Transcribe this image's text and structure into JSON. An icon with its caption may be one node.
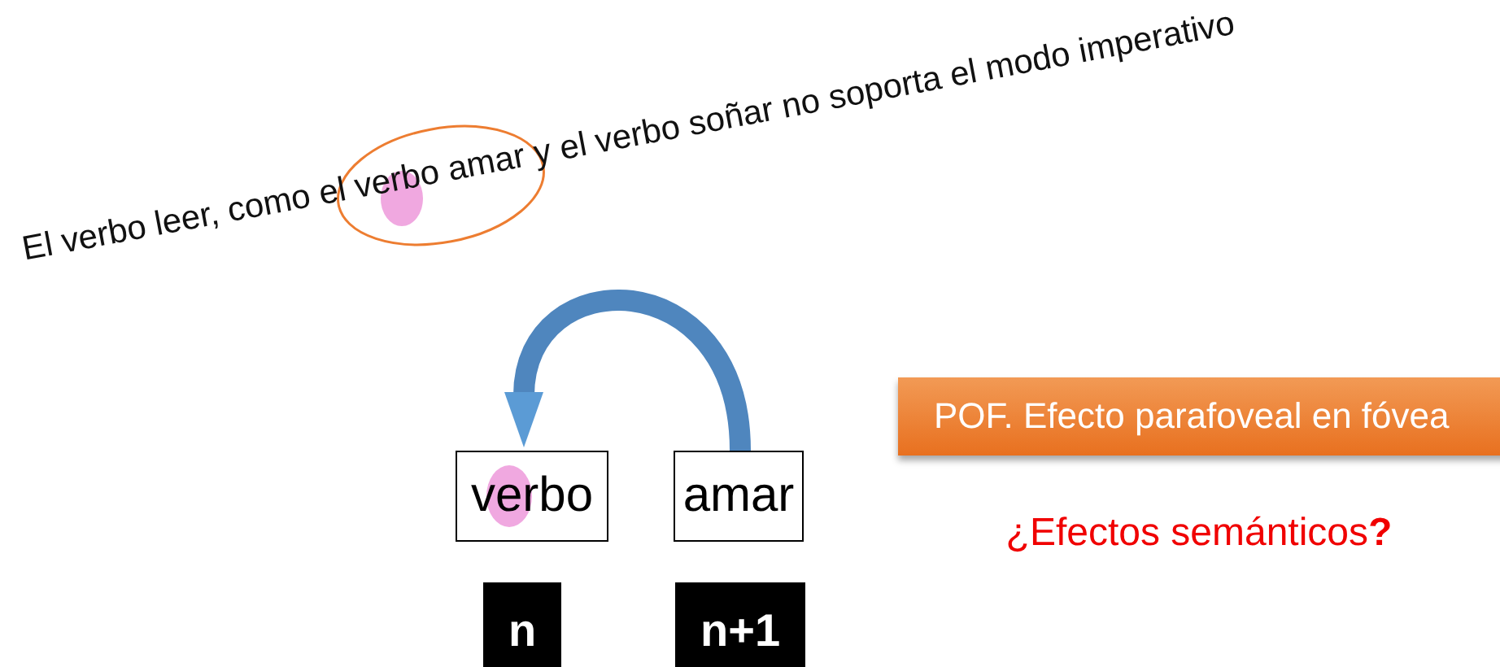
{
  "diagram": {
    "nodes": [
      {
        "text": [
          "verbo"
        ]
      },
      {
        "text": [
          "amar"
        ]
      },
      {
        "text": [
          "n"
        ]
      },
      {
        "text": [
          "n+1"
        ]
      },
      {
        "text": [
          "POF. Efecto parafoveal en fóvea"
        ]
      }
    ],
    "edges": [
      {
        "from": 1,
        "to": 0,
        "arrow": "to"
      }
    ],
    "labels": [
      "El verbo leer, como el verbo amar y el verbo soñar no soporta el modo imperativo",
      "¿Efectos semánticos**?**"
    ]
  }
}
